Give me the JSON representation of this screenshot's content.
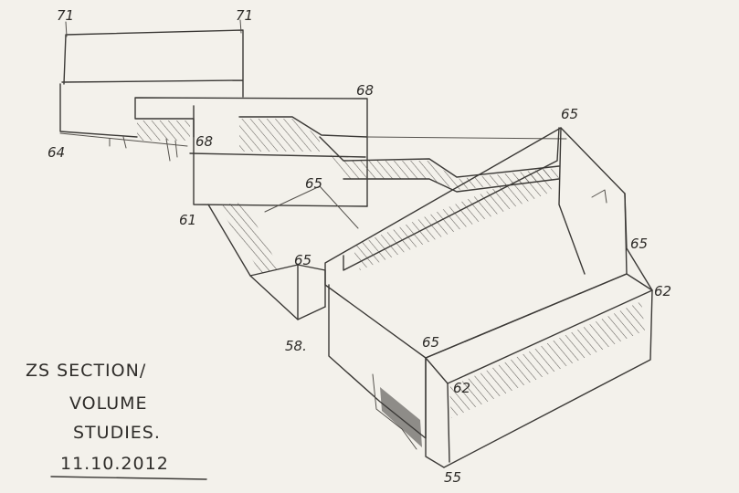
{
  "caption": {
    "line1": "ZS SECTION/",
    "line2": "VOLUME",
    "line3": "STUDIES.",
    "date": "11.10.2012"
  },
  "levels": {
    "a": "71",
    "b": "71",
    "c": "68",
    "d": "68",
    "e": "64",
    "f": "61",
    "g": "65",
    "h": "65",
    "i": "58.",
    "j": "65",
    "k": "65",
    "l": "62",
    "m": "65",
    "n": "62",
    "o": "55"
  }
}
